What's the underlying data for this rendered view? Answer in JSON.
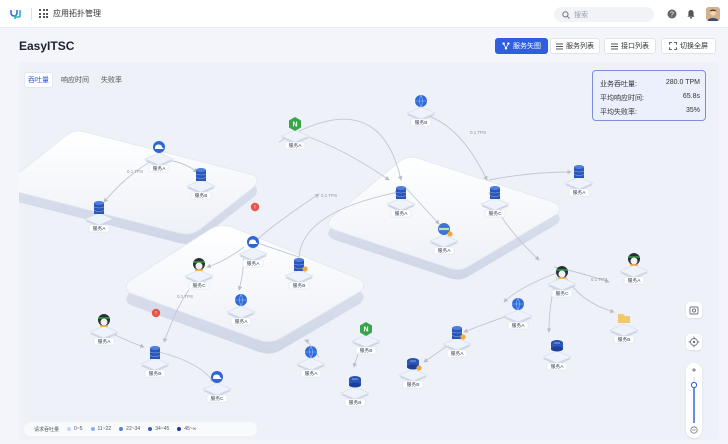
{
  "app": {
    "title": "应用拓扑管理"
  },
  "search": {
    "placeholder": "搜索"
  },
  "page": {
    "title": "EasyITSC"
  },
  "view_buttons": [
    {
      "label": "服务矢图",
      "active": true
    },
    {
      "label": "服务列表",
      "active": false
    },
    {
      "label": "接口列表",
      "active": false
    },
    {
      "label": "切换全屏",
      "active": false
    }
  ],
  "metric_tabs": [
    {
      "label": "吞吐量",
      "active": true
    },
    {
      "label": "响应时间",
      "active": false
    },
    {
      "label": "失败率",
      "active": false
    }
  ],
  "stats": [
    {
      "label": "业务吞吐量:",
      "value": "280.0 TPM"
    },
    {
      "label": "平均响应时间:",
      "value": "65.8s"
    },
    {
      "label": "平均失败率:",
      "value": "35%"
    }
  ],
  "legend": {
    "title": "请求吞吐量",
    "items": [
      {
        "label": "0~5",
        "color": "#c4d6f2"
      },
      {
        "label": "11~22",
        "color": "#8fb0ea"
      },
      {
        "label": "22~34",
        "color": "#5a84d9"
      },
      {
        "label": "34~45",
        "color": "#3459b9"
      },
      {
        "label": "45~∞",
        "color": "#22389a"
      }
    ]
  },
  "edge_labels": [
    "0.1 TPS",
    "0.1 TPS",
    "0.1 TPS",
    "0.1 TPS",
    "0.1 TPS"
  ],
  "nodes": [
    {
      "label": "服务A",
      "icon": "cloud-icon"
    },
    {
      "label": "服务B",
      "icon": "database-icon"
    },
    {
      "label": "服务A",
      "icon": "database-icon"
    },
    {
      "label": "服务A",
      "icon": "nginx-icon"
    },
    {
      "label": "服务B",
      "icon": "globe-icon"
    },
    {
      "label": "服务A",
      "icon": "database-icon"
    },
    {
      "label": "服务C",
      "icon": "database-icon"
    },
    {
      "label": "服务A",
      "icon": "database-icon"
    },
    {
      "label": "服务A",
      "icon": "kubernetes-icon"
    },
    {
      "label": "服务A",
      "icon": "cloud-icon"
    },
    {
      "label": "服务C",
      "icon": "linux-icon"
    },
    {
      "label": "服务B",
      "icon": "database-icon"
    },
    {
      "label": "服务A",
      "icon": "globe-icon"
    },
    {
      "label": "服务A",
      "icon": "linux-icon"
    },
    {
      "label": "服务B",
      "icon": "database-icon"
    },
    {
      "label": "服务C",
      "icon": "cloud-icon"
    },
    {
      "label": "服务A",
      "icon": "globe-icon"
    },
    {
      "label": "服务B",
      "icon": "nginx-icon"
    },
    {
      "label": "服务B",
      "icon": "server-icon"
    },
    {
      "label": "服务A",
      "icon": "database-icon"
    },
    {
      "label": "服务A",
      "icon": "globe-icon"
    },
    {
      "label": "服务C",
      "icon": "linux-icon"
    },
    {
      "label": "服务A",
      "icon": "linux-icon"
    },
    {
      "label": "服务A",
      "icon": "server-icon"
    },
    {
      "label": "服务B",
      "icon": "folder-icon"
    },
    {
      "label": "服务B",
      "icon": "server-icon"
    }
  ],
  "colors": {
    "accent": "#2f5fe0",
    "alert": "#e8564a",
    "warning": "#f2a93b"
  }
}
